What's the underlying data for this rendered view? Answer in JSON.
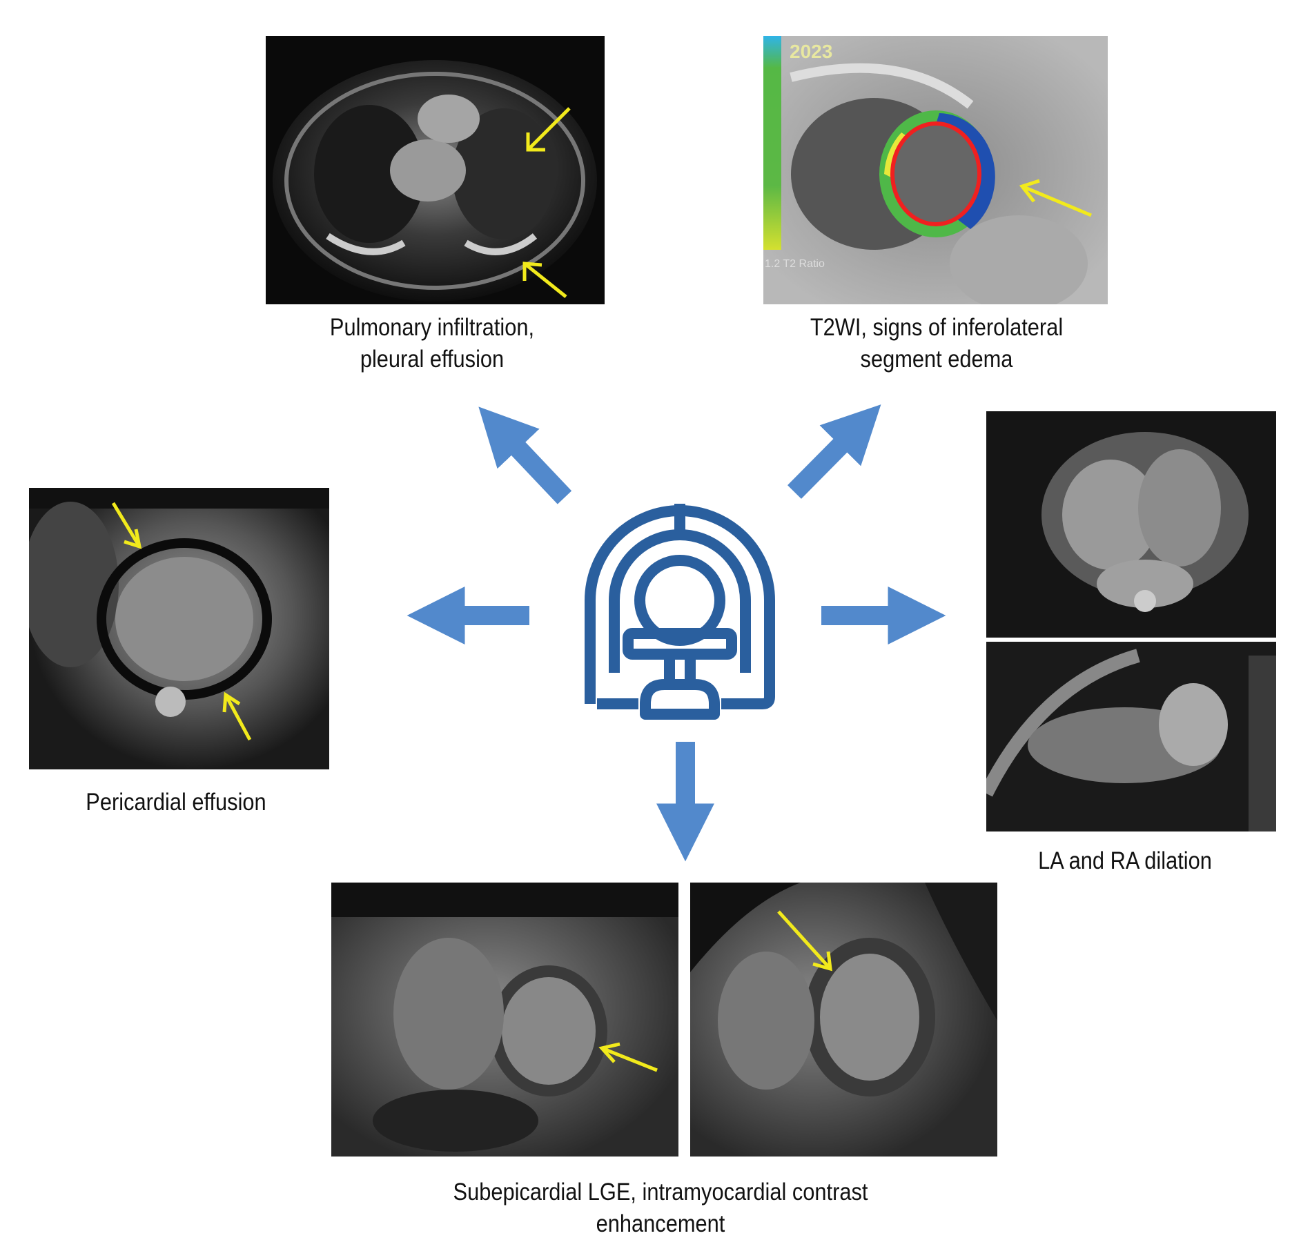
{
  "center_icon": "mri-scanner-icon",
  "colors": {
    "arrow": "#5289cc",
    "icon": "#2a5f9e",
    "marker_arrow": "#f2ea1c"
  },
  "panels": {
    "pulmonary": {
      "caption_line1": "Pulmonary infiltration,",
      "caption_line2": "pleural effusion"
    },
    "t2wi": {
      "caption_line1": "T2WI, signs of inferolateral",
      "caption_line2": "segment edema",
      "overlay_year": "2023",
      "overlay_scale_label": "1.2 T2 Ratio"
    },
    "pericardial": {
      "caption": "Pericardial effusion"
    },
    "atria": {
      "caption": "LA and RA dilation"
    },
    "lge": {
      "caption_line1": "Subepicardial LGE, intramyocardial contrast",
      "caption_line2": "enhancement"
    }
  }
}
